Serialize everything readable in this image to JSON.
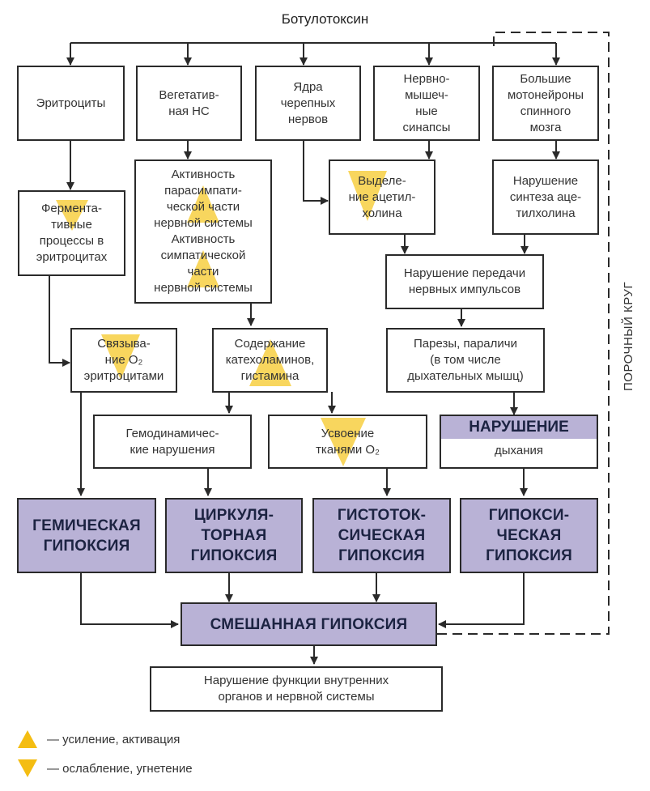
{
  "title": "Ботулотоксин",
  "vicious_circle_label": "ПОРОЧНЫЙ КРУГ",
  "colors": {
    "hypoxia_fill": "#b9b2d6",
    "hypoxia_text": "#1c2342",
    "marker_yellow": "#f4bd12",
    "line": "#2a2a2a"
  },
  "targets": {
    "erythrocytes": "Эритроциты",
    "vegetative_ns": "Вегетатив-\nная НС",
    "cranial_nuclei": "Ядра\nчерепных\nнервов",
    "neuromuscular_synapses": "Нервно-\nмышеч-\nные\nсинапсы",
    "motoneurons": "Большие\nмотонейроны\nспинного\nмозга"
  },
  "effects": {
    "enzymatic": {
      "text": "Фермента-\nтивные\nпроцессы в\nэритроцитах",
      "marker": "down"
    },
    "autonomic_activity": {
      "text": "Активность\nпарасимпати-\nческой части\nнервной системы\nАктивность\nсимпатической\nчасти\nнервной системы",
      "markers": [
        "up",
        "up"
      ]
    },
    "ach_release": {
      "text": "Выделе-\nние ацетил-\nхолина",
      "marker": "down"
    },
    "ach_synthesis": {
      "text": "Нарушение\nсинтеза аце-\nтилхолина"
    },
    "impulse_transmission": {
      "text": "Нарушение передачи\nнервных импульсов"
    },
    "o2_binding": {
      "text": "Связыва-\nние O₂\nэритроцитами",
      "marker": "down"
    },
    "catecholamines": {
      "text": "Содержание\nкатехоламинов,\nгистамина",
      "marker": "up"
    },
    "paresis": {
      "text": "Парезы, параличи\n(в том числе\nдыхательных мышц)"
    },
    "hemodynamic": {
      "text": "Гемодинамичес-\nкие нарушения"
    },
    "o2_uptake": {
      "text": "Усвоение\nтканями O₂",
      "marker": "down"
    },
    "breathing": {
      "head": "НАРУШЕНИЕ",
      "sub": "дыхания"
    }
  },
  "hypoxias": {
    "hemic": "ГЕМИЧЕСКАЯ\nГИПОКСИЯ",
    "circulatory": "ЦИРКУЛЯ-\nТОРНАЯ\nГИПОКСИЯ",
    "histotoxic": "ГИСТОТОК-\nСИЧЕСКАЯ\nГИПОКСИЯ",
    "hypoxic": "ГИПОКСИ-\nЧЕСКАЯ\nГИПОКСИЯ",
    "mixed": "СМЕШАННАЯ ГИПОКСИЯ"
  },
  "outcome": "Нарушение функции внутренних\nорганов и нервной системы",
  "legend": [
    {
      "marker": "up",
      "label": "— усиление, активация"
    },
    {
      "marker": "down",
      "label": "— ослабление, угнетение"
    }
  ]
}
